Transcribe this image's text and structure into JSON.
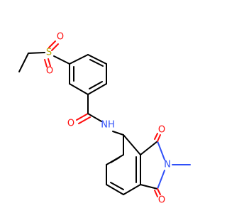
{
  "molecule": {
    "atoms": {
      "sulfur": "S",
      "sulfonyl_oxygen_top": "O",
      "sulfonyl_oxygen_bottom": "O",
      "amide_oxygen": "O",
      "amide_nitrogen": "NH",
      "imide_nitrogen": "N",
      "imide_oxygen_top": "O",
      "imide_oxygen_bottom": "O"
    },
    "colors": {
      "carbon_bond": "#000000",
      "oxygen": "#ff0d0d",
      "nitrogen": "#3050f8",
      "sulfur": "#b5a800"
    }
  }
}
